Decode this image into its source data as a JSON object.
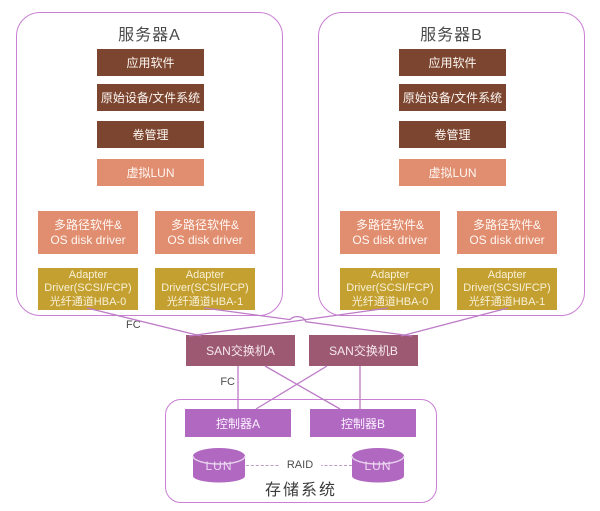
{
  "colors": {
    "container_border": "#c97fd2",
    "connector_line": "#bd7bc7",
    "app_layer_brown": "#7b452f",
    "virtual_lun_salmon": "#e08d70",
    "adapter_gold": "#c3a02f",
    "switch_mauve": "#9c5971",
    "storage_purple": "#b168c1",
    "label_gray": "#4b4b4b"
  },
  "server_a": {
    "title": "服务器A",
    "stack": [
      "应用软件",
      "原始设备/文件系统",
      "卷管理",
      "虚拟LUN"
    ],
    "multipath_left": {
      "line1": "多路径软件&",
      "line2": "OS disk driver"
    },
    "multipath_right": {
      "line1": "多路径软件&",
      "line2": "OS disk driver"
    },
    "adapter_left": {
      "line1": "Adapter",
      "line2": "Driver(SCSI/FCP)",
      "line3": "光纤通道HBA-0"
    },
    "adapter_right": {
      "line1": "Adapter",
      "line2": "Driver(SCSI/FCP)",
      "line3": "光纤通道HBA-1"
    }
  },
  "server_b": {
    "title": "服务器B",
    "stack": [
      "应用软件",
      "原始设备/文件系统",
      "卷管理",
      "虚拟LUN"
    ],
    "multipath_left": {
      "line1": "多路径软件&",
      "line2": "OS disk driver"
    },
    "multipath_right": {
      "line1": "多路径软件&",
      "line2": "OS disk driver"
    },
    "adapter_left": {
      "line1": "Adapter",
      "line2": "Driver(SCSI/FCP)",
      "line3": "光纤通道HBA-0"
    },
    "adapter_right": {
      "line1": "Adapter",
      "line2": "Driver(SCSI/FCP)",
      "line3": "光纤通道HBA-1"
    }
  },
  "fabric": {
    "fc_top_label": "FC",
    "fc_bottom_label": "FC",
    "switch_a": "SAN交换机A",
    "switch_b": "SAN交换机B"
  },
  "storage": {
    "controller_a": "控制器A",
    "controller_b": "控制器B",
    "lun_left": "LUN",
    "lun_right": "LUN",
    "raid_label": "RAID",
    "title": "存储系统"
  }
}
